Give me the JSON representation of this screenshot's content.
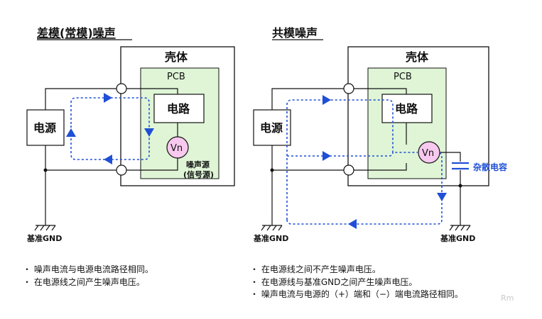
{
  "left": {
    "title": "差模(常模)噪声",
    "chassis": "壳体",
    "pcb": "PCB",
    "circuit": "电路",
    "vn": "Vn",
    "power": "电源",
    "noise_source": [
      "噪声源",
      "(信号源)"
    ],
    "ground": "基准GND",
    "notes": [
      "・ 噪声电流与电源电流路径相同。",
      "・ 在电源线之间产生噪声电压。"
    ]
  },
  "right": {
    "title": "共模噪声",
    "chassis": "壳体",
    "pcb": "PCB",
    "circuit": "电路",
    "vn": "Vn",
    "power": "电源",
    "stray_cap": "杂散电容",
    "ground": "基准GND",
    "notes": [
      "・ 在电源线之间不产生噪声电压。",
      "・ 在电源线与基准GND之间产生噪声电压。",
      "・ 噪声电流与电源的（+）端和（−）端电流路径相同。"
    ]
  },
  "watermark": "Rm",
  "colors": {
    "pcb_fill": "#dff5d6",
    "flow": "#1f4fd6",
    "circle_fill": "#f7c9ef",
    "line": "#111111"
  }
}
